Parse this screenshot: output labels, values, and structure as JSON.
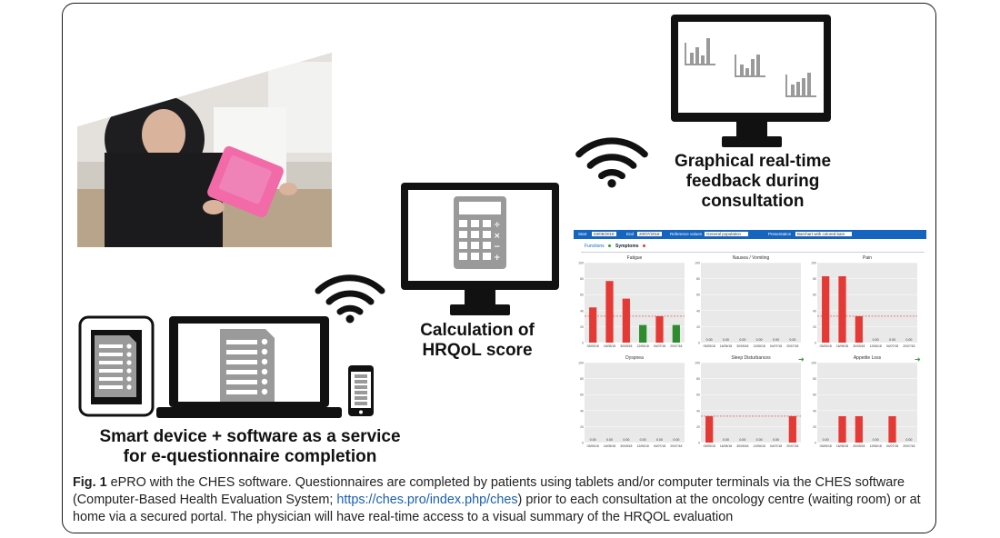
{
  "labels": {
    "device": "Smart device + software as a service\nfor e-questionnaire completion",
    "calc": "Calculation of\nHRQoL score",
    "feedback": "Graphical real-time\nfeedback during\nconsultation"
  },
  "caption": {
    "fig_label": "Fig. 1",
    "text_before_link": " ePRO with the CHES software. Questionnaires are completed by patients using tablets and/or computer terminals via the CHES software (Computer-Based Health Evaluation System; ",
    "link": "https://ches.pro/index.php/ches",
    "text_after_link": ") prior to each consultation at the oncology centre (waiting room) or at home via a secured portal. The physician will have real-time access to a visual summary of the HRQOL evaluation"
  },
  "dashboard": {
    "toolbar": {
      "start_label": "Start",
      "start_value": "03/05/2018",
      "end_label": "End",
      "end_value": "20/07/2018",
      "ref_label": "Reference values",
      "ref_value": "General population",
      "pres_label": "Presentation",
      "pres_value": "Barchart with colored bars"
    },
    "tabs": [
      "Functions",
      "Symptoms"
    ],
    "colors": {
      "high": "#e53935",
      "low": "#2e8b2e",
      "ref_line": "#e53935",
      "bg": "#e9e9e9",
      "accent": "#1565c0"
    },
    "charts": [
      {
        "title": "Fatigue",
        "values": [
          44,
          77,
          55,
          22,
          33,
          22
        ],
        "colors": [
          "high",
          "high",
          "high",
          "low",
          "high",
          "low"
        ],
        "ref": 33
      },
      {
        "title": "Nausea / Vomiting",
        "values": [
          0,
          0,
          0,
          0,
          0,
          0
        ],
        "colors": [
          "high",
          "high",
          "high",
          "high",
          "high",
          "high"
        ],
        "ref": null
      },
      {
        "title": "Pain",
        "values": [
          83,
          83,
          33,
          0,
          0,
          0
        ],
        "colors": [
          "high",
          "high",
          "high",
          "high",
          "high",
          "high"
        ],
        "ref": 33
      },
      {
        "title": "Dyspnea",
        "values": [
          0,
          0,
          0,
          0,
          0,
          0
        ],
        "colors": [
          "high",
          "high",
          "high",
          "high",
          "high",
          "high"
        ],
        "ref": null
      },
      {
        "title": "Sleep Disturbances",
        "values": [
          33,
          0,
          0,
          0,
          0,
          33
        ],
        "colors": [
          "high",
          "high",
          "high",
          "high",
          "high",
          "high"
        ],
        "ref": 33
      },
      {
        "title": "Appetite Loss",
        "values": [
          0,
          33,
          33,
          0,
          33,
          0
        ],
        "colors": [
          "high",
          "high",
          "high",
          "high",
          "high",
          "high"
        ],
        "ref": null
      }
    ],
    "dates": [
      "03/05/18",
      "16/05/18",
      "30/05/18",
      "12/06/18",
      "04/07/18",
      "20/07/18"
    ],
    "y_ticks": [
      "100",
      "80",
      "60",
      "40",
      "20",
      "0"
    ],
    "zero_label": "0.00"
  },
  "icons": [
    "tablet-checklist-icon",
    "laptop-checklist-icon",
    "smartphone-icon",
    "wifi-icon",
    "monitor-calculator-icon",
    "monitor-barcharts-icon"
  ]
}
